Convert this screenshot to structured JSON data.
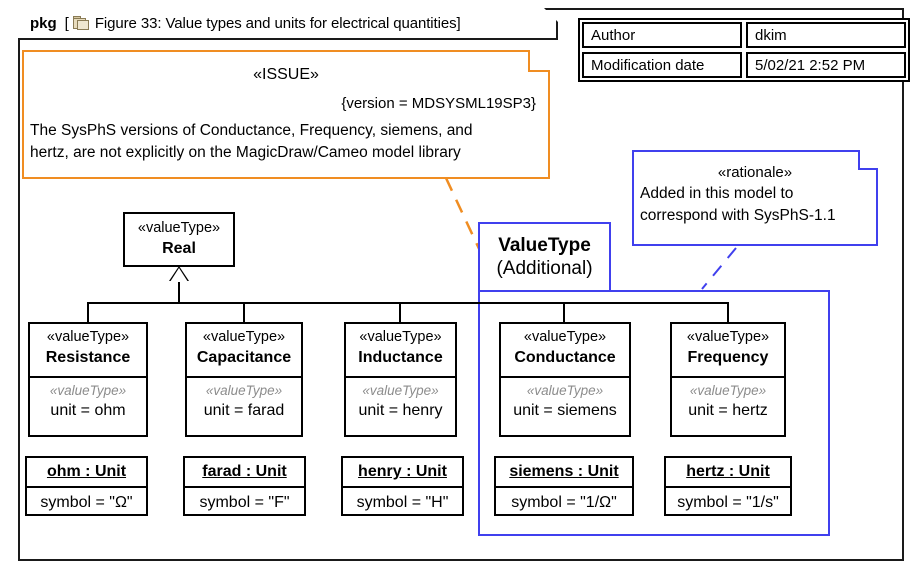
{
  "frame": {
    "keyword": "pkg",
    "bracket_open": "[",
    "bracket_close": "]",
    "icon": "package-icon",
    "title": "Figure 33: Value types and units for electrical quantities"
  },
  "metadata": {
    "rows": [
      {
        "key": "Author",
        "value": "dkim"
      },
      {
        "key": "Modification date",
        "value": "5/02/21 2:52 PM"
      }
    ]
  },
  "issue_note": {
    "stereotype": "«ISSUE»",
    "version": "{version = MDSYSML19SP3}",
    "line1": "The SysPhS versions of Conductance, Frequency, siemens, and",
    "line2": "hertz, are not explicitly on the MagicDraw/Cameo model library",
    "color": "#f08d22"
  },
  "rationale_note": {
    "stereotype": "«rationale»",
    "line1": "Added in this model to",
    "line2": "correspond with SysPhS-1.1",
    "color": "#4040ee"
  },
  "region": {
    "label_line1": "ValueType",
    "label_line2": "(Additional)",
    "color": "#4040ee"
  },
  "root_class": {
    "stereotype": "«valueType»",
    "name": "Real"
  },
  "value_types": [
    {
      "stereotype": "«valueType»",
      "name": "Resistance",
      "slot_stereotype": "«valueType»",
      "slot": "unit = ohm"
    },
    {
      "stereotype": "«valueType»",
      "name": "Capacitance",
      "slot_stereotype": "«valueType»",
      "slot": "unit = farad"
    },
    {
      "stereotype": "«valueType»",
      "name": "Inductance",
      "slot_stereotype": "«valueType»",
      "slot": "unit = henry"
    },
    {
      "stereotype": "«valueType»",
      "name": "Conductance",
      "slot_stereotype": "«valueType»",
      "slot": "unit = siemens"
    },
    {
      "stereotype": "«valueType»",
      "name": "Frequency",
      "slot_stereotype": "«valueType»",
      "slot": "unit = hertz"
    }
  ],
  "unit_instances": [
    {
      "name": "ohm : Unit",
      "slot": "symbol = \"Ω\""
    },
    {
      "name": "farad : Unit",
      "slot": "symbol = \"F\""
    },
    {
      "name": "henry : Unit",
      "slot": "symbol = \"H\""
    },
    {
      "name": "siemens : Unit",
      "slot": "symbol = \"1/Ω\""
    },
    {
      "name": "hertz : Unit",
      "slot": "symbol = \"1/s\""
    }
  ]
}
